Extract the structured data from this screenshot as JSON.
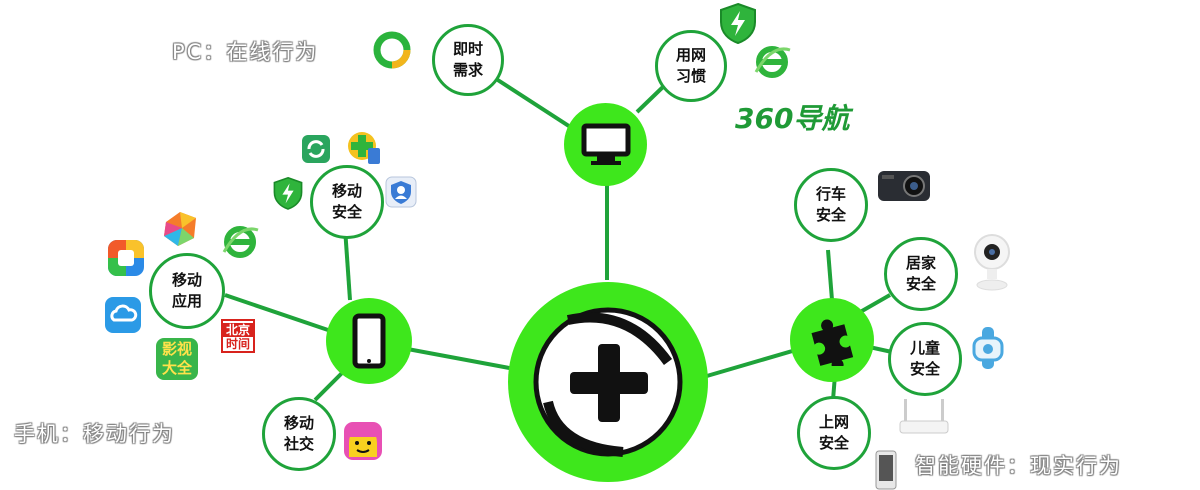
{
  "captions": {
    "pc": "PC：在线行为",
    "mobile": "手机：移动行为",
    "hardware": "智能硬件：现实行为"
  },
  "nodes": {
    "instant_demand": "即时\n需求",
    "web_habit": "用网\n习惯",
    "mobile_security": "移动\n安全",
    "mobile_apps": "移动\n应用",
    "mobile_social": "移动\n社交",
    "driving_safety": "行车\n安全",
    "home_safety": "居家\n安全",
    "child_safety": "儿童\n安全",
    "online_safety": "上网\n安全"
  },
  "brands": {
    "nav_360": "360导航",
    "beijing_time_top": "北京",
    "beijing_time_bottom": "时间",
    "video_top": "影视",
    "video_bottom": "大全"
  },
  "colors": {
    "hub_green": "#3ee71c",
    "node_border": "#1fa33a",
    "link": "#1fa33a"
  },
  "icons": [
    "plus-shield-logo-icon",
    "monitor-icon",
    "smartphone-icon",
    "puzzle-icon"
  ]
}
